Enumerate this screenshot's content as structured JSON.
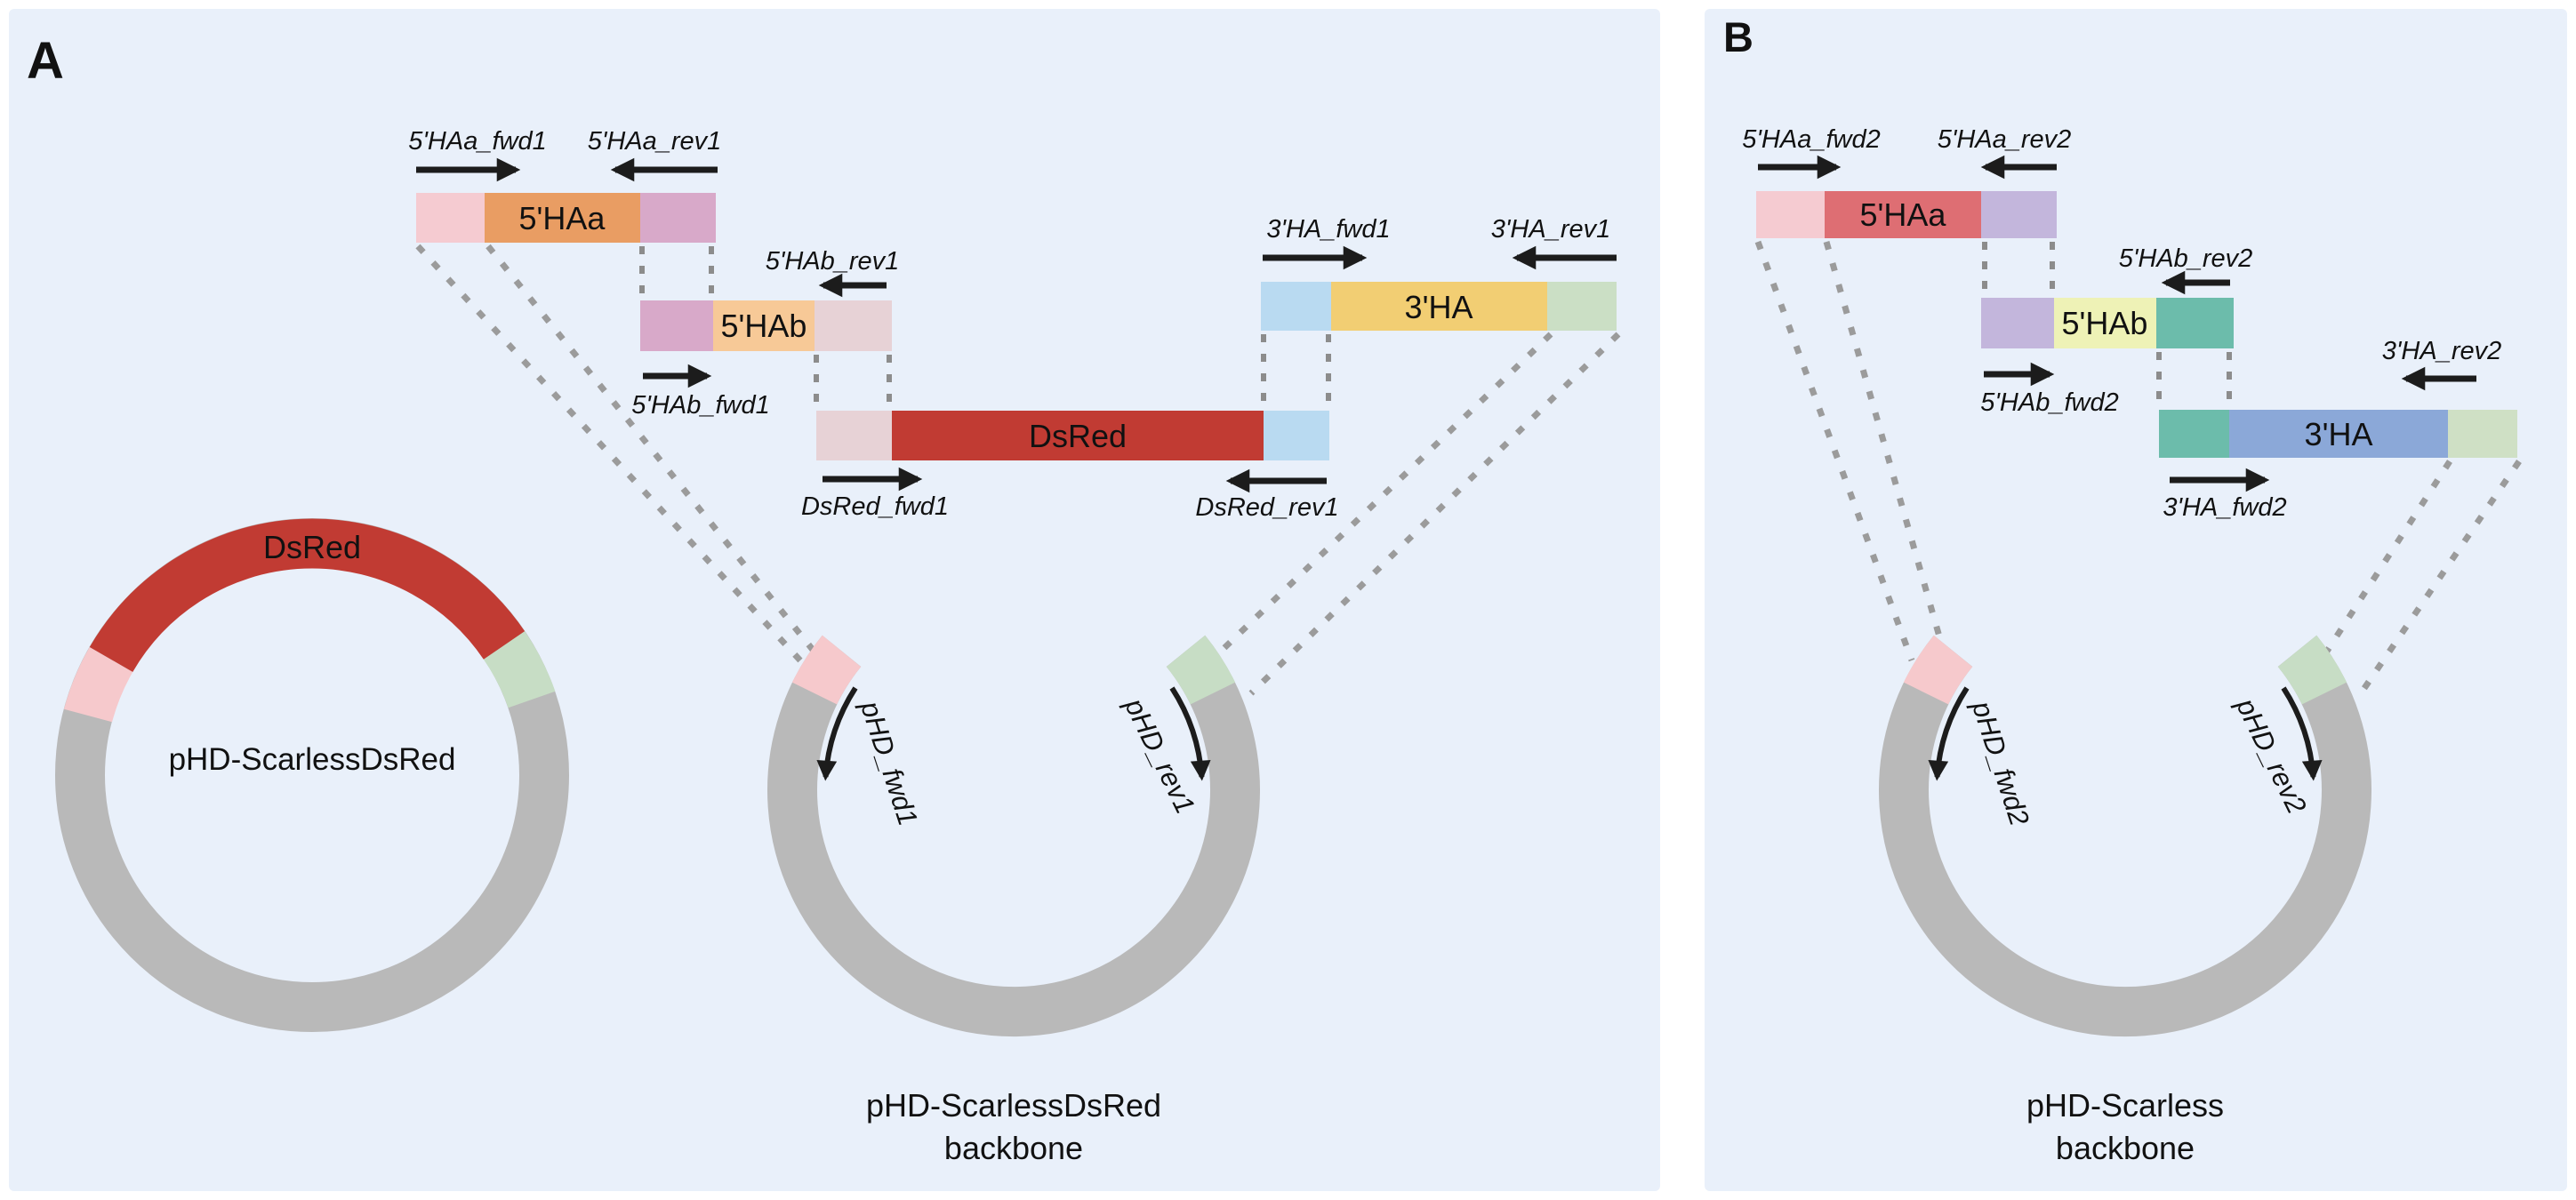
{
  "colors": {
    "canvas_bg": "#ffffff",
    "panel_bg": "#e9f0fa",
    "text": "#111111",
    "arrow": "#1c1c1c",
    "dash_gray": "#8c8c8c",
    "ring_gray": "#b9b9b9",
    "light_pink": "#f5cbd1",
    "orange": "#e99d63",
    "mauve": "#d8a9c9",
    "peach": "#f7c997",
    "dusty_pink": "#e7d2d6",
    "dsred_red": "#c13b33",
    "light_blue": "#b9daf1",
    "gold": "#f2ce73",
    "sage_green": "#cbdfc5",
    "tip_pink": "#f6c9cc",
    "tip_green": "#c7ddc5",
    "b_red": "#de6e73",
    "b_purple": "#c3b6dc",
    "b_pale_yellow": "#eef2b6",
    "b_teal": "#6cbcab",
    "b_blue": "#8ba8d8",
    "b_green": "#cfe0c5"
  },
  "panelA": {
    "tag": "A",
    "plasmid": {
      "name": "pHD-ScarlessDsRed",
      "gene": "DsRed"
    },
    "rows": {
      "haa": {
        "label": "5'HAa",
        "fwd": "5'HAa_fwd1",
        "rev": "5'HAa_rev1"
      },
      "hab": {
        "label": "5'HAb",
        "fwd": "5'HAb_fwd1",
        "rev": "5'HAb_rev1"
      },
      "dsred": {
        "label": "DsRed",
        "fwd": "DsRed_fwd1",
        "rev": "DsRed_rev1"
      },
      "ha3": {
        "label": "3'HA",
        "fwd": "3'HA_fwd1",
        "rev": "3'HA_rev1"
      }
    },
    "backbone": {
      "fwd": "pHD_fwd1",
      "rev": "pHD_rev1",
      "caption1": "pHD-ScarlessDsRed",
      "caption2": "backbone"
    }
  },
  "panelB": {
    "tag": "B",
    "rows": {
      "haa": {
        "label": "5'HAa",
        "fwd": "5'HAa_fwd2",
        "rev": "5'HAa_rev2"
      },
      "hab": {
        "label": "5'HAb",
        "fwd": "5'HAb_fwd2",
        "rev": "5'HAb_rev2"
      },
      "ha3": {
        "label": "3'HA",
        "fwd": "3'HA_fwd2",
        "rev": "3'HA_rev2"
      }
    },
    "backbone": {
      "fwd": "pHD_fwd2",
      "rev": "pHD_rev2",
      "caption1": "pHD-Scarless",
      "caption2": "backbone"
    }
  }
}
